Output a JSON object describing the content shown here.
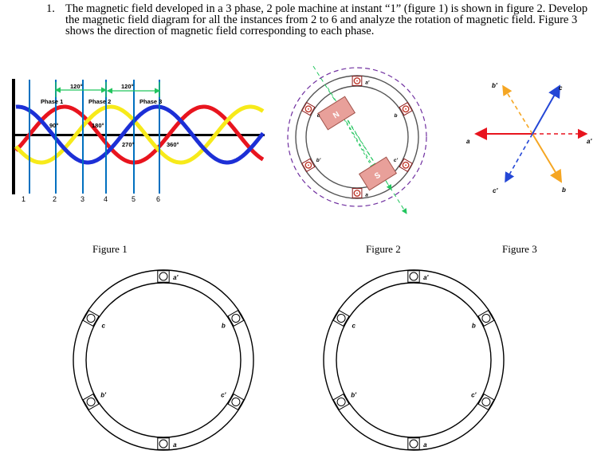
{
  "question": {
    "number": "1.",
    "text": "The magnetic field developed in a 3 phase, 2 pole machine at instant “1” (figure 1) is shown in figure 2. Develop the magnetic field diagram for all the instances from 2 to 6 and analyze the rotation of magnetic field. Figure 3 shows the direction of magnetic field corresponding to each phase."
  },
  "figure1": {
    "caption": "Figure 1",
    "labels": {
      "spacing_a": "120°",
      "spacing_b": "120°",
      "phase1": "Phase 1",
      "phase2": "Phase 2",
      "phase3": "Phase 3",
      "deg90": "90°",
      "deg180": "180°",
      "deg270": "270°",
      "deg360": "360°"
    },
    "instants": [
      "1",
      "2",
      "3",
      "4",
      "5",
      "6"
    ],
    "colors": {
      "phase1": "#e8141e",
      "phase2": "#f7ea1a",
      "phase3": "#1c2fd6",
      "marker": "#0070c0",
      "spacing": "#22c55e"
    }
  },
  "figure2": {
    "caption": "Figure 2",
    "poles": {
      "north": "N",
      "south": "S"
    },
    "slots": {
      "a_top": "a'",
      "b_right": "b",
      "c_bottom": "c'",
      "a_bottom": "a",
      "b_left": "b'",
      "c_left": "c"
    },
    "colors": {
      "rotor": "#e8a09a",
      "flux": "#22c55e",
      "boundary": "#7030a0"
    }
  },
  "figure3": {
    "caption": "Figure 3",
    "labels": {
      "a": "a",
      "a_prime": "a'",
      "b": "b",
      "b_prime": "b'",
      "c": "c",
      "c_prime": "c'"
    },
    "colors": {
      "a": "#e8141e",
      "b": "#f5a623",
      "c": "#2447d6"
    }
  },
  "blank_stators": [
    {
      "slots": {
        "a_top": "a'",
        "b_right": "b",
        "c_bottom": "c'",
        "a_bottom": "a",
        "b_left": "b'",
        "c_left": "c"
      }
    },
    {
      "slots": {
        "a_top": "a'",
        "b_right": "b",
        "c_bottom": "c'",
        "a_bottom": "a",
        "b_left": "b'",
        "c_left": "c"
      }
    }
  ]
}
